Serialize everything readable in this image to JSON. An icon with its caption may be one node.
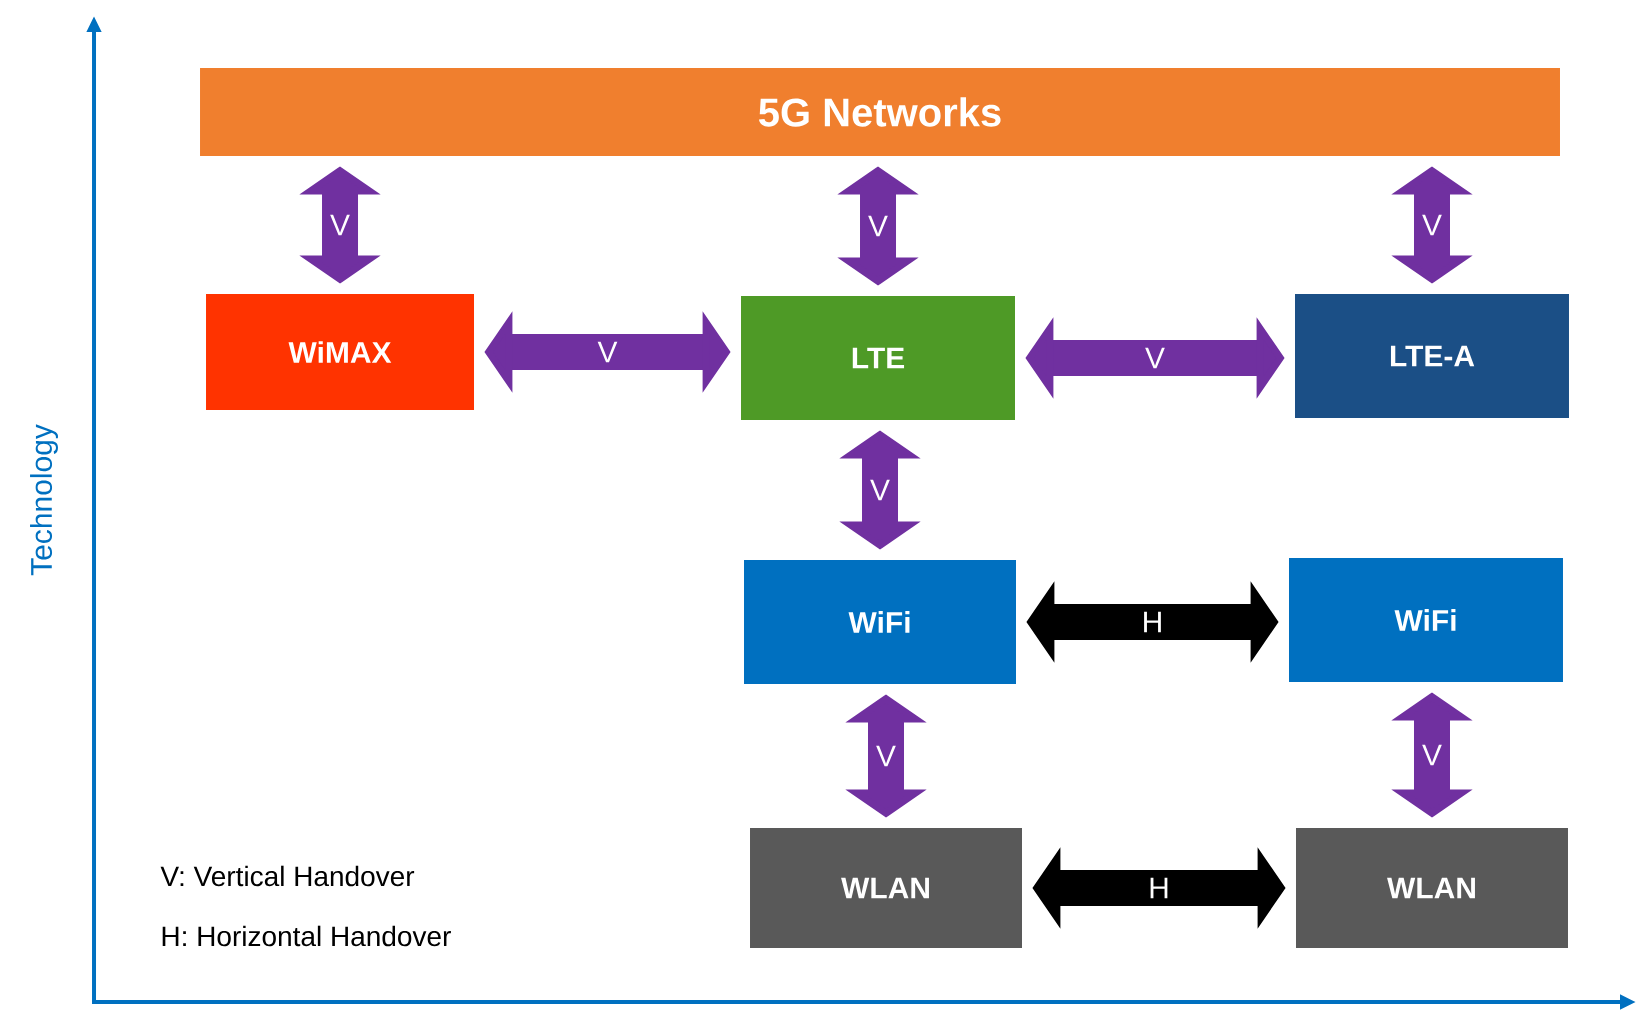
{
  "diagram": {
    "nodes": [
      {
        "text": [
          "5G Networks"
        ]
      },
      {
        "text": [
          "WiMAX"
        ]
      },
      {
        "text": [
          "LTE"
        ]
      },
      {
        "text": [
          "LTE-A"
        ]
      },
      {
        "text": [
          "WiFi"
        ]
      },
      {
        "text": [
          "WiFi"
        ]
      },
      {
        "text": [
          "WLAN"
        ]
      },
      {
        "text": [
          "WLAN"
        ]
      }
    ],
    "edges": [
      {
        "from": 0,
        "to": 1,
        "arrow": "both",
        "label": "V"
      },
      {
        "from": 0,
        "to": 2,
        "arrow": "both",
        "label": "V"
      },
      {
        "from": 0,
        "to": 3,
        "arrow": "both",
        "label": "V"
      },
      {
        "from": 1,
        "to": 2,
        "arrow": "both",
        "label": "V"
      },
      {
        "from": 2,
        "to": 3,
        "arrow": "both",
        "label": "V"
      },
      {
        "from": 2,
        "to": 4,
        "arrow": "both",
        "label": "V"
      },
      {
        "from": 4,
        "to": 5,
        "arrow": "both",
        "label": "H",
        "color": "#000000"
      },
      {
        "from": 4,
        "to": 6,
        "arrow": "both",
        "label": "V"
      },
      {
        "from": 5,
        "to": 7,
        "arrow": "both",
        "label": "V"
      },
      {
        "from": 6,
        "to": 7,
        "arrow": "both",
        "label": "H",
        "color": "#000000"
      }
    ],
    "labels": [
      "Technology",
      "V: Vertical Handover",
      "H: Horizontal Handover"
    ]
  }
}
